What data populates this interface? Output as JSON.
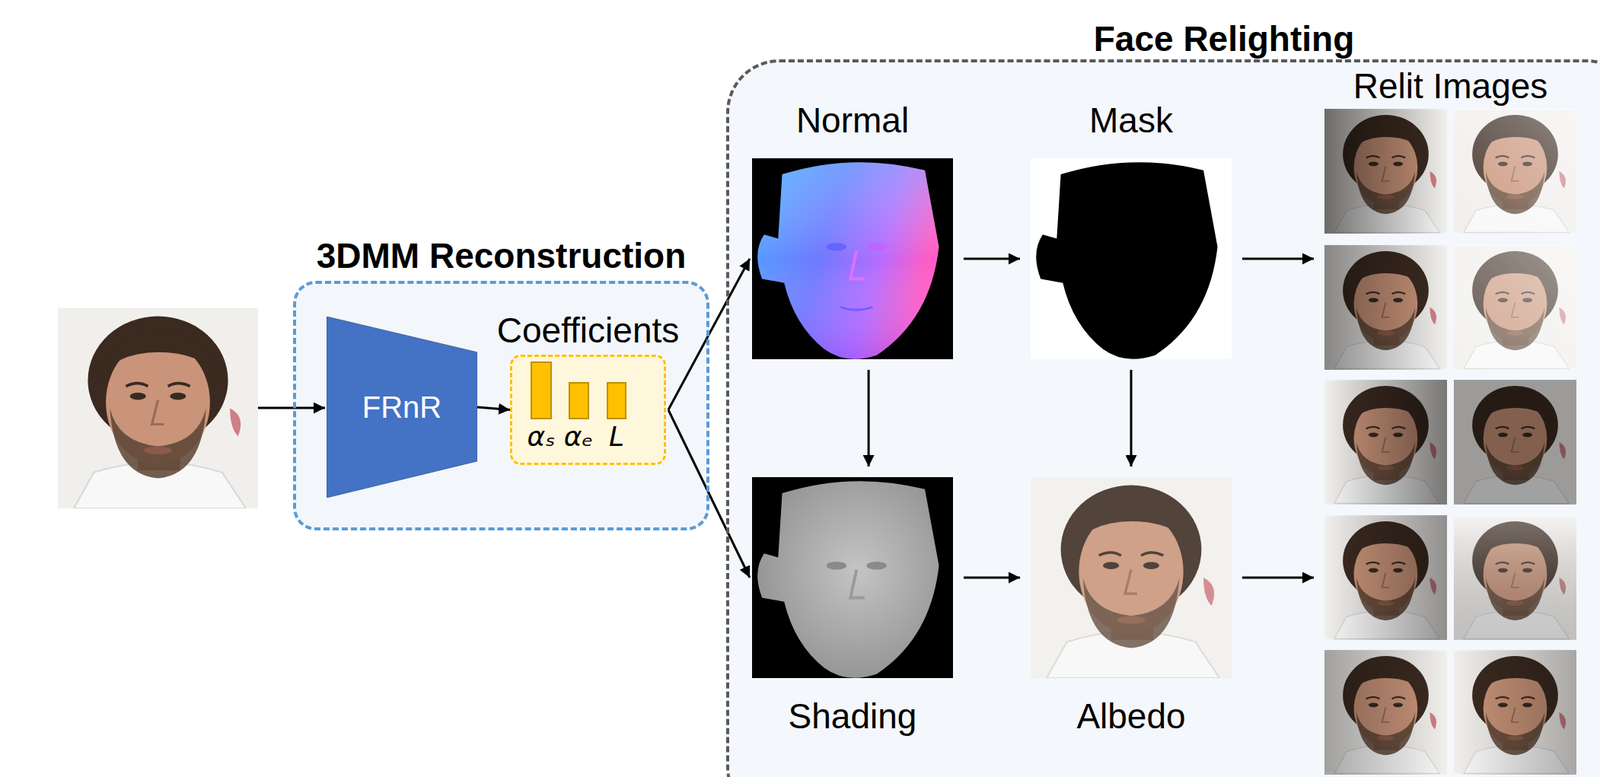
{
  "diagram": {
    "nodes": [
      {
        "text": [
          "3DMM Reconstruction"
        ]
      },
      {
        "text": [
          "FRnR"
        ],
        "in": 0
      },
      {
        "text": [
          "Coefficients",
          "αₛ",
          "αₑ",
          "L"
        ],
        "in": 0
      },
      {
        "text": [
          "Face Relighting"
        ]
      },
      {
        "text": [
          "Normal"
        ],
        "in": 3
      },
      {
        "text": [
          "Mask"
        ],
        "in": 3
      },
      {
        "text": [
          "Shading"
        ],
        "in": 3
      },
      {
        "text": [
          "Albedo"
        ],
        "in": 3
      },
      {
        "text": [
          "Relit Images"
        ],
        "in": 3
      }
    ],
    "edges": [
      {
        "from": 1,
        "to": 2,
        "arrow": "to"
      },
      {
        "from": 2,
        "to": 4,
        "arrow": "to"
      },
      {
        "from": 2,
        "to": 6,
        "arrow": "to"
      },
      {
        "from": 4,
        "to": 5,
        "arrow": "to"
      },
      {
        "from": 4,
        "to": 6,
        "arrow": "to"
      },
      {
        "from": 5,
        "to": 7,
        "arrow": "to"
      },
      {
        "from": 6,
        "to": 7,
        "arrow": "to"
      },
      {
        "from": 5,
        "to": 8,
        "arrow": "to"
      },
      {
        "from": 7,
        "to": 8,
        "arrow": "to"
      }
    ]
  }
}
